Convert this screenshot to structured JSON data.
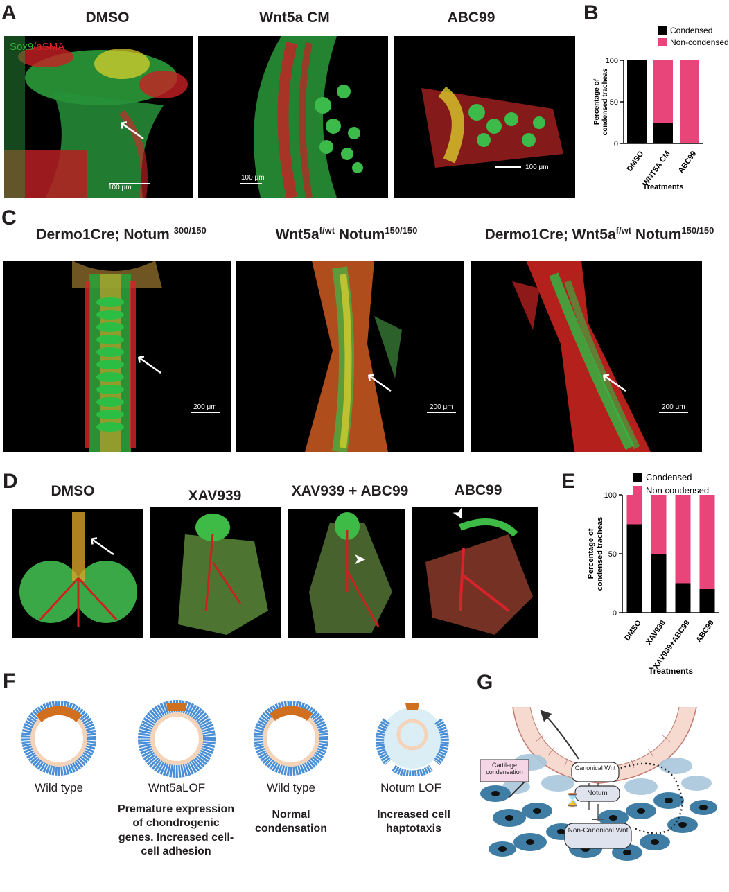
{
  "panels": {
    "A": "A",
    "B": "B",
    "C": "C",
    "D": "D",
    "E": "E",
    "F": "F",
    "G": "G"
  },
  "panel_a": {
    "titles": [
      "DMSO",
      "Wnt5a CM",
      "ABC99"
    ],
    "stain_label_green": "Sox9",
    "stain_label_sep": "/",
    "stain_label_red": "aSMA",
    "scalebars": [
      "100 μm",
      "100 μm",
      "100 μm"
    ],
    "colors": {
      "green": "#2db83d",
      "red": "#d8232a"
    }
  },
  "panel_c": {
    "titles": [
      {
        "main": "Dermo1Cre; Notum ",
        "sup": "300/150",
        "tail": ""
      },
      {
        "main": "Wnt5a",
        "sup": "f/wt",
        "tail": " Notum",
        "sup2": "150/150"
      },
      {
        "main": "Dermo1Cre; Wnt5a",
        "sup": "f/wt",
        "tail": " Notum",
        "sup2": "150/150"
      }
    ],
    "scalebars": [
      "200 μm",
      "200 μm",
      "200 μm"
    ]
  },
  "panel_d": {
    "titles": [
      "DMSO",
      "XAV939",
      "XAV939 + ABC99",
      "ABC99"
    ]
  },
  "chart_data": [
    {
      "type": "bar",
      "stacked": true,
      "panel": "B",
      "categories": [
        "DMSO",
        "WNT5A CM",
        "ABC99"
      ],
      "series": [
        {
          "name": "Condensed",
          "values": [
            100,
            25,
            0
          ],
          "color": "#000000"
        },
        {
          "name": "Non-condensed",
          "values": [
            0,
            75,
            100
          ],
          "color": "#e8457b"
        }
      ],
      "xlabel": "Treatments",
      "ylabel": "Percentage of condensed tracheas",
      "ylim": [
        0,
        100
      ],
      "yticks": [
        0,
        50,
        100
      ],
      "legend": "top-right"
    },
    {
      "type": "bar",
      "stacked": true,
      "panel": "E",
      "categories": [
        "DMSO",
        "XAV939",
        "XAV939+ABC99",
        "ABC99"
      ],
      "series": [
        {
          "name": "Condensed",
          "values": [
            75,
            50,
            25,
            20
          ],
          "color": "#000000"
        },
        {
          "name": "Non condensed",
          "values": [
            25,
            50,
            75,
            80
          ],
          "color": "#e8457b"
        }
      ],
      "xlabel": "Treatments",
      "ylabel": "Percentage of condensed tracheas",
      "ylim": [
        0,
        100
      ],
      "yticks": [
        0,
        50,
        100
      ],
      "legend": "top-right"
    }
  ],
  "panel_f": {
    "captions": [
      "Wild type",
      "Wnt5aLOF",
      "Wild type",
      "Notum LOF"
    ],
    "subcaptions": [
      "",
      "Premature expression of chondrogenic genes. Increased cell-cell adhesion",
      "Normal condensation",
      "Increased cell haptotaxis"
    ],
    "colors": {
      "mesenchyme": "#4b8fd6",
      "epithelium": "#f5d3b8",
      "cartilage": "#d0701f"
    }
  },
  "panel_g": {
    "labels": {
      "cartilage": "Cartilage condensation",
      "canonical": "Canonical Wnt",
      "notum": "Notum",
      "noncanonical": "Non-Canonical Wnt"
    },
    "icons": [
      "hourglass-icon"
    ],
    "colors": {
      "cell": "#3f7da5",
      "light_cell": "#a9c7dc",
      "epithelium": "#f6d9cf",
      "box": "#f4d6e6"
    }
  }
}
